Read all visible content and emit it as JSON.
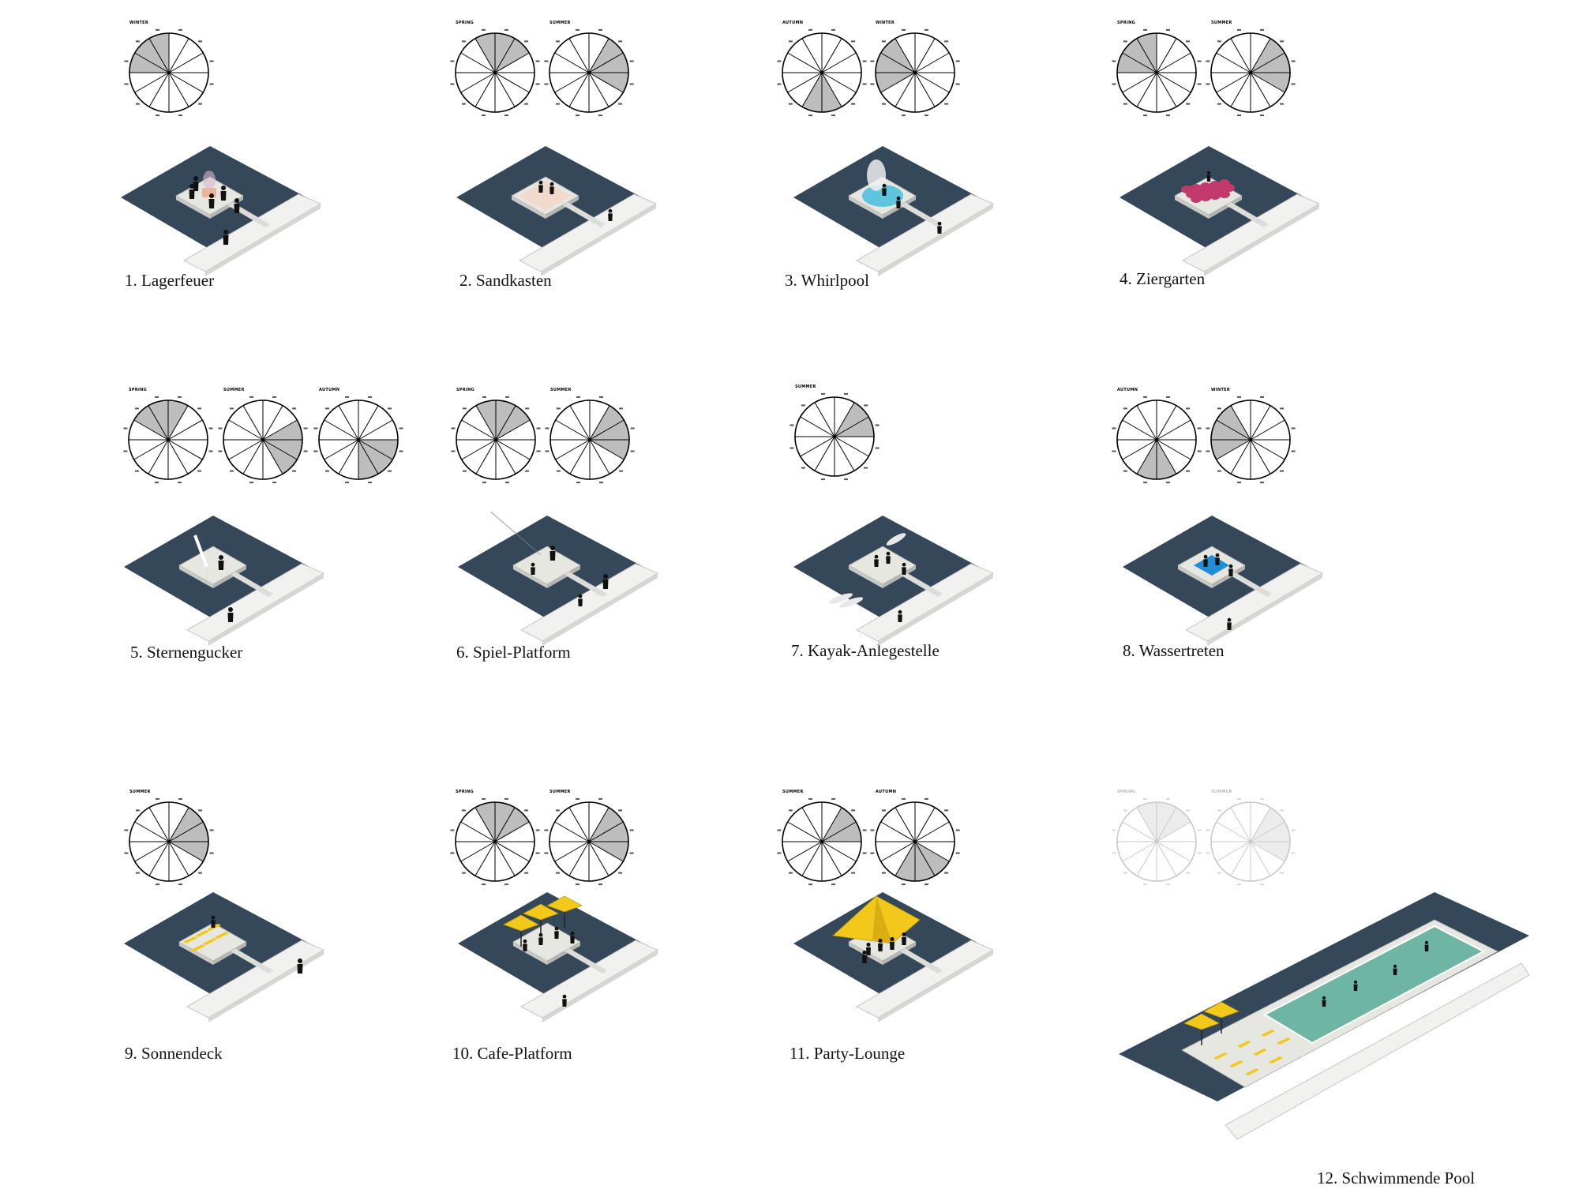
{
  "colors": {
    "water": "#34485a",
    "water_dark": "#2a3b4a",
    "deck": "#e7e7e2",
    "promenade": "#f1f1ef",
    "accent_yellow": "#f2c81b",
    "wheel_shade": "#bdbdbd",
    "pool_water": "#6fb5a3"
  },
  "items": [
    {
      "caption": "1. Lagerfeuer",
      "wheels": [
        {
          "label": "WINTER",
          "sector_start": 9,
          "sector_count": 3
        }
      ],
      "feature": "campfire"
    },
    {
      "caption": "2. Sandkasten",
      "wheels": [
        {
          "label": "SPRING",
          "sector_start": 11,
          "sector_count": 3
        },
        {
          "label": "SUMMER",
          "sector_start": 1,
          "sector_count": 3
        }
      ],
      "feature": "sand"
    },
    {
      "caption": "3. Whirlpool",
      "wheels": [
        {
          "label": "AUTUMN",
          "sector_start": 5,
          "sector_count": 2
        },
        {
          "label": "WINTER",
          "sector_start": 8,
          "sector_count": 3
        }
      ],
      "feature": "whirlpool"
    },
    {
      "caption": "4. Ziergarten",
      "wheels": [
        {
          "label": "SPRING",
          "sector_start": 9,
          "sector_count": 3
        },
        {
          "label": "SUMMER",
          "sector_start": 1,
          "sector_count": 3
        }
      ],
      "feature": "garden"
    },
    {
      "caption": "5. Sternengucker",
      "wheels": [
        {
          "label": "SPRING",
          "sector_start": 10,
          "sector_count": 3
        },
        {
          "label": "SUMMER",
          "sector_start": 2,
          "sector_count": 3
        },
        {
          "label": "AUTUMN",
          "sector_start": 3,
          "sector_count": 3
        }
      ],
      "feature": "telescope"
    },
    {
      "caption": "6. Spiel-Platform",
      "wheels": [
        {
          "label": "SPRING",
          "sector_start": 11,
          "sector_count": 3
        },
        {
          "label": "SUMMER",
          "sector_start": 1,
          "sector_count": 3
        }
      ],
      "feature": "play"
    },
    {
      "caption": "7. Kayak-Anlegestelle",
      "wheels": [
        {
          "label": "SUMMER",
          "sector_start": 1,
          "sector_count": 2
        }
      ],
      "feature": "kayak"
    },
    {
      "caption": "8. Wassertreten",
      "wheels": [
        {
          "label": "AUTUMN",
          "sector_start": 5,
          "sector_count": 2
        },
        {
          "label": "WINTER",
          "sector_start": 8,
          "sector_count": 3
        }
      ],
      "feature": "wading"
    },
    {
      "caption": "9. Sonnendeck",
      "wheels": [
        {
          "label": "SUMMER",
          "sector_start": 1,
          "sector_count": 3
        }
      ],
      "feature": "sundeck"
    },
    {
      "caption": "10. Cafe-Platform",
      "wheels": [
        {
          "label": "SPRING",
          "sector_start": 11,
          "sector_count": 3
        },
        {
          "label": "SUMMER",
          "sector_start": 1,
          "sector_count": 3
        }
      ],
      "feature": "cafe"
    },
    {
      "caption": "11. Party-Lounge",
      "wheels": [
        {
          "label": "SUMMER",
          "sector_start": 1,
          "sector_count": 2
        },
        {
          "label": "AUTUMN",
          "sector_start": 4,
          "sector_count": 3
        }
      ],
      "feature": "party"
    },
    {
      "caption": "12. Schwimmende Pool",
      "wheels": [
        {
          "label": "SPRING",
          "sector_start": 11,
          "sector_count": 3
        },
        {
          "label": "SUMMER",
          "sector_start": 1,
          "sector_count": 3
        }
      ],
      "feature": "pool"
    }
  ]
}
